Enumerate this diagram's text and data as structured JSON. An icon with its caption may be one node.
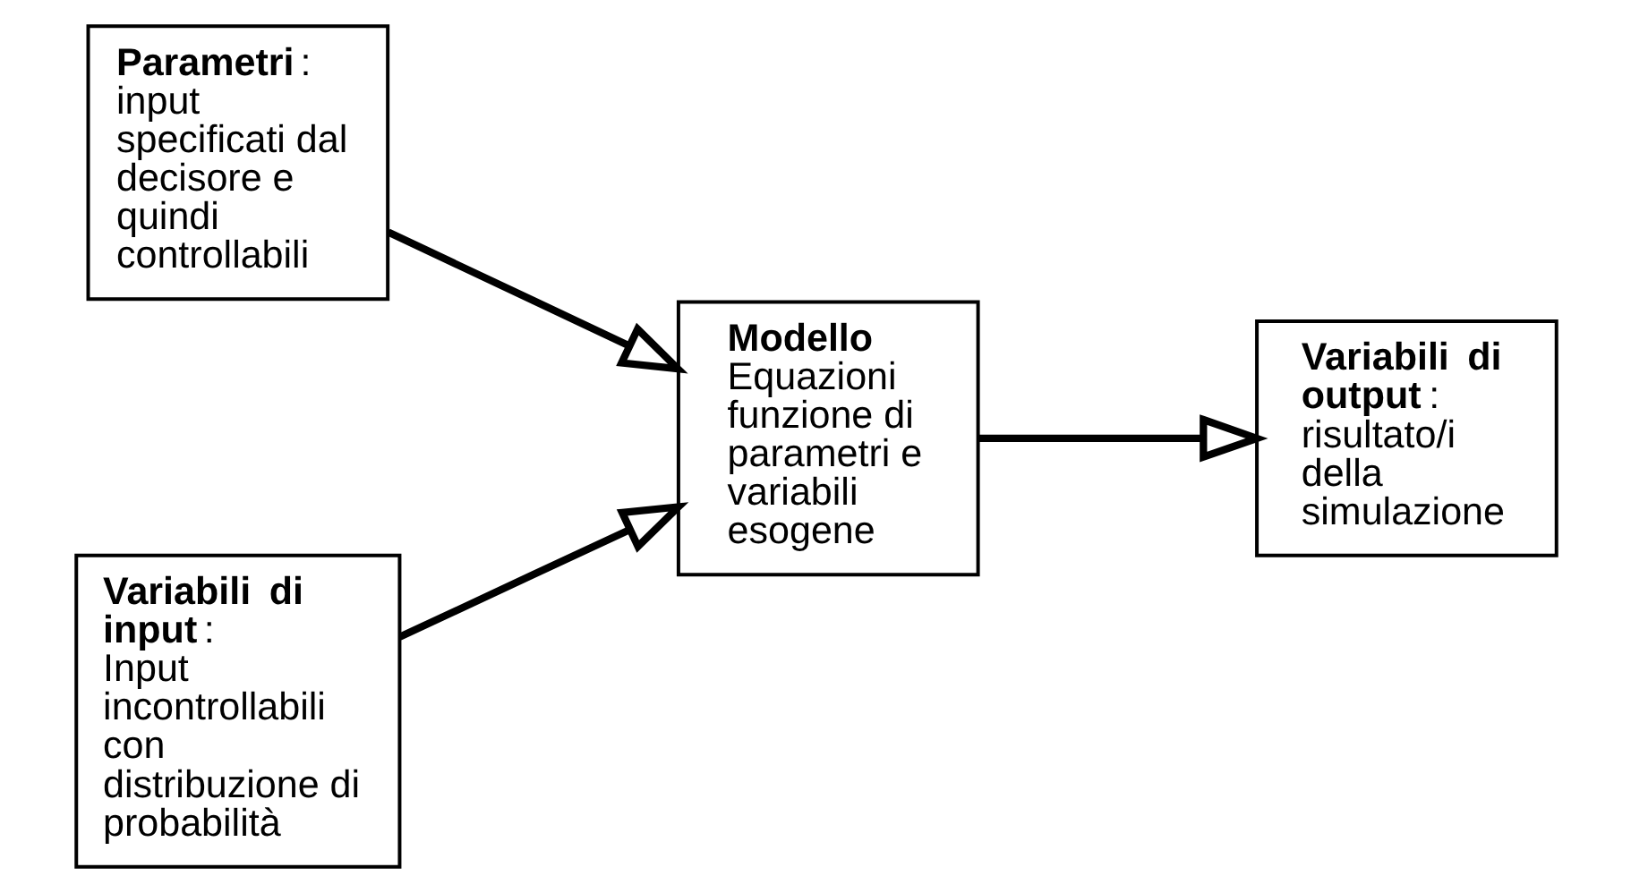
{
  "diagram": {
    "nodes": [
      {
        "text": [
          "**Parametri**:",
          "input specificati dal decisore e quindi controllabili"
        ]
      },
      {
        "text": [
          "**Variabili di input**:",
          "Input incontrollabili con distribuzione di probabilità"
        ]
      },
      {
        "text": [
          "**Modello**",
          "Equazioni funzione di parametri e variabili esogene"
        ]
      },
      {
        "text": [
          "**Variabili di output**:",
          "risultato/i della simulazione"
        ]
      }
    ],
    "edges": [
      {
        "from": 0,
        "to": 2,
        "arrow": "to"
      },
      {
        "from": 1,
        "to": 2,
        "arrow": "to"
      },
      {
        "from": 2,
        "to": 3,
        "arrow": "to"
      }
    ]
  }
}
